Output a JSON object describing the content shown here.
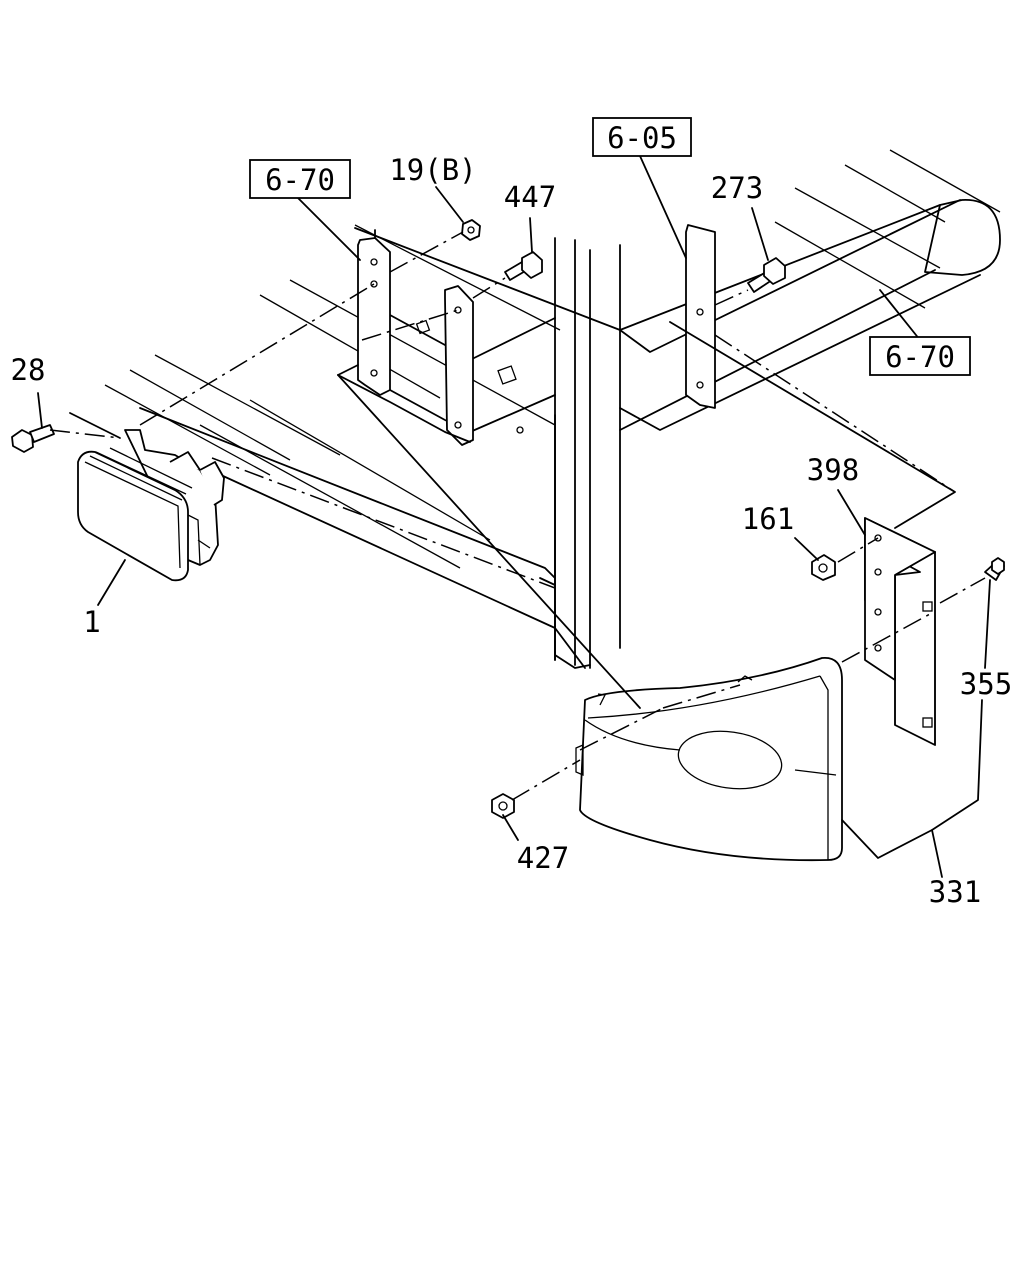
{
  "diagram": {
    "ref_boxes": {
      "ref_a": "6-70",
      "ref_b": "6-05",
      "ref_c": "6-70"
    },
    "part_labels": {
      "p19b": "19(B)",
      "p447": "447",
      "p273": "273",
      "p28": "28",
      "p1": "1",
      "p398": "398",
      "p161": "161",
      "p355": "355",
      "p427": "427",
      "p331": "331"
    }
  }
}
